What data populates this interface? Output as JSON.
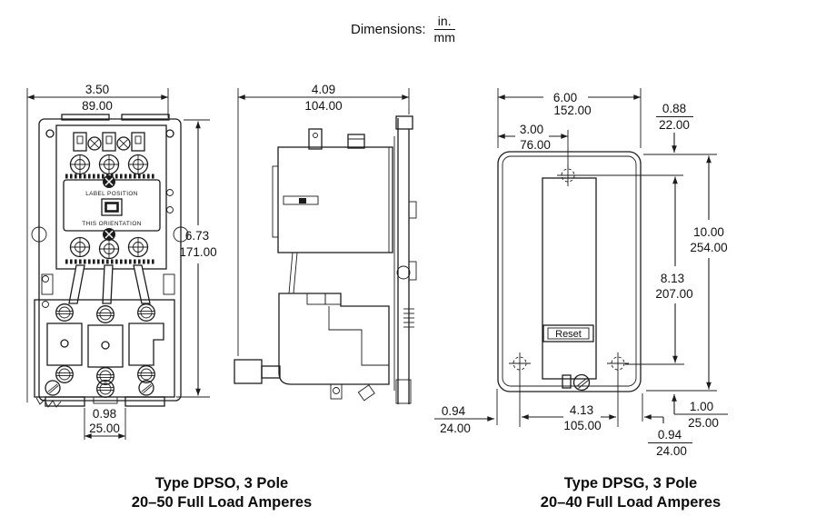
{
  "header": {
    "label": "Dimensions:",
    "unit_top": "in.",
    "unit_bottom": "mm"
  },
  "dpso": {
    "caption": {
      "line1": "Type DPSO, 3 Pole",
      "line2": "20–50 Full Load Amperes"
    },
    "front": {
      "label_plate": {
        "line1": "LABEL POSITION",
        "line2": "THIS ORIENTATION"
      },
      "dims": {
        "width_in": "3.50",
        "width_mm": "89.00",
        "height_in": "6.73",
        "height_mm": "171.00",
        "slot_in": "0.98",
        "slot_mm": "25.00"
      }
    },
    "side": {
      "dims": {
        "depth_in": "4.09",
        "depth_mm": "104.00"
      }
    }
  },
  "dpsg": {
    "caption": {
      "line1": "Type DPSG, 3 Pole",
      "line2": "20–40 Full Load Amperes"
    },
    "reset_button": "Reset",
    "dims": {
      "width_in": "6.00",
      "width_mm": "152.00",
      "hole_center_in": "3.00",
      "hole_center_mm": "76.00",
      "top_offset_in": "0.88",
      "top_offset_mm": "22.00",
      "height_in": "10.00",
      "height_mm": "254.00",
      "hole_span_v_in": "8.13",
      "hole_span_v_mm": "207.00",
      "left_offset_in": "0.94",
      "left_offset_mm": "24.00",
      "hole_span_h_in": "4.13",
      "hole_span_h_mm": "105.00",
      "bottom_offset_in": "1.00",
      "bottom_offset_mm": "25.00",
      "right_offset_in": "0.94",
      "right_offset_mm": "24.00"
    }
  },
  "colors": {
    "line": "#1c1c1c",
    "background": "#ffffff"
  }
}
